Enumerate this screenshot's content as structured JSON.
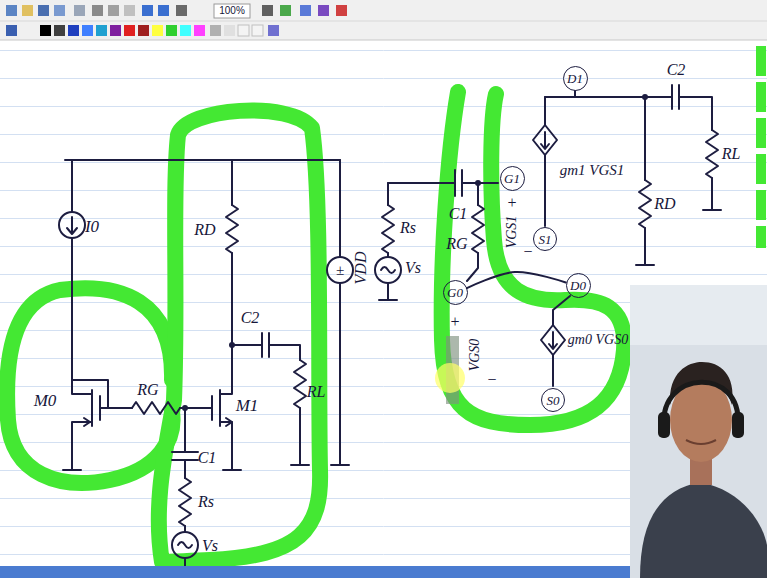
{
  "diagram": {
    "nodes": [
      {
        "text": [
          "D1"
        ]
      },
      {
        "text": [
          "G1"
        ]
      },
      {
        "text": [
          "S1"
        ]
      },
      {
        "text": [
          "D0"
        ]
      },
      {
        "text": [
          "G0"
        ]
      },
      {
        "text": [
          "S0"
        ]
      }
    ],
    "edges": [
      {
        "from": 4,
        "to": 3,
        "arrow": "none"
      }
    ],
    "labels": [
      "100%",
      "I0",
      "M0",
      "RG",
      "RD",
      "C2",
      "M1",
      "RL",
      "±",
      "VDD",
      "C1",
      "Rs",
      "Vs",
      "Rs",
      "Vs",
      "C1",
      "+",
      "VGS1",
      "−",
      "RG",
      "C2",
      "gm1 VGS1",
      "RD",
      "RL",
      "+",
      "VGS0",
      "−",
      "gm0 VGS0"
    ]
  }
}
